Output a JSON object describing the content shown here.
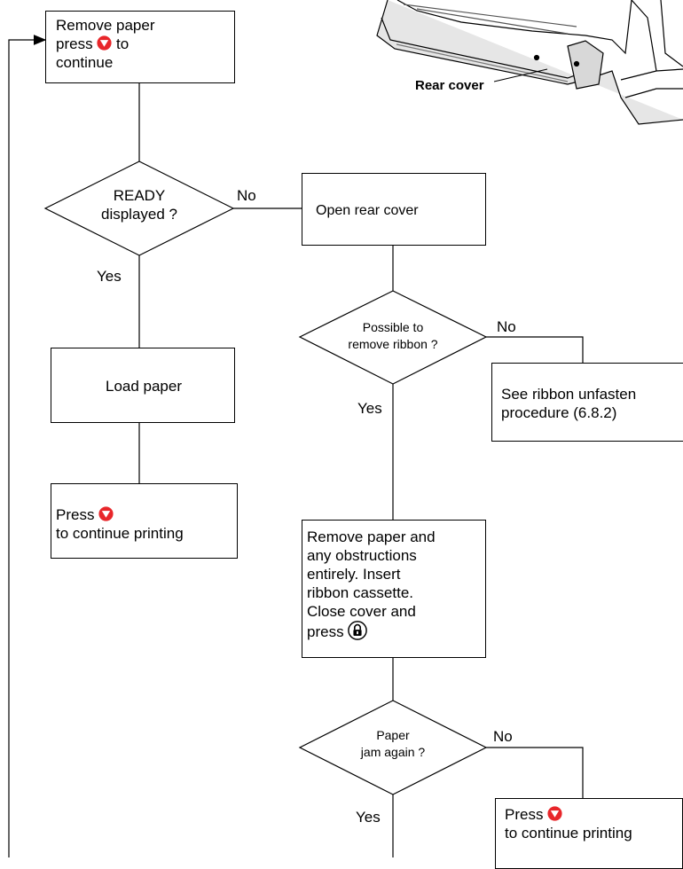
{
  "boxes": {
    "remove_paper": {
      "line1": "Remove paper",
      "line2_pre": "press",
      "line2_post": "to",
      "line3": "continue"
    },
    "open_rear_cover": "Open rear cover",
    "load_paper": "Load paper",
    "press_continue_left": {
      "line1": "Press",
      "line2": "to continue printing"
    },
    "see_ribbon": {
      "line1": "See ribbon unfasten",
      "line2": "procedure (6.8.2)"
    },
    "remove_obstructions": {
      "line1": "Remove paper and",
      "line2": "any obstructions",
      "line3": "entirely. Insert",
      "line4": "ribbon cassette.",
      "line5": "Close cover and",
      "line6": "press"
    },
    "press_continue_right": {
      "line1": "Press",
      "line2": "to continue printing"
    }
  },
  "decisions": {
    "ready": {
      "line1": "READY",
      "line2": "displayed ?"
    },
    "ribbon": {
      "line1": "Possible to",
      "line2": "remove ribbon ?"
    },
    "jam": {
      "line1": "Paper",
      "line2": "jam again ?"
    }
  },
  "branch_labels": {
    "ready_no": "No",
    "ready_yes": "Yes",
    "ribbon_no": "No",
    "ribbon_yes": "Yes",
    "jam_no": "No",
    "jam_yes": "Yes"
  },
  "illustration": {
    "caption": "Rear cover"
  },
  "icons": {
    "continue": "down-arrow-icon",
    "lock": "lock-icon"
  },
  "colors": {
    "continue_icon": "#e8262a",
    "line": "#000000"
  }
}
